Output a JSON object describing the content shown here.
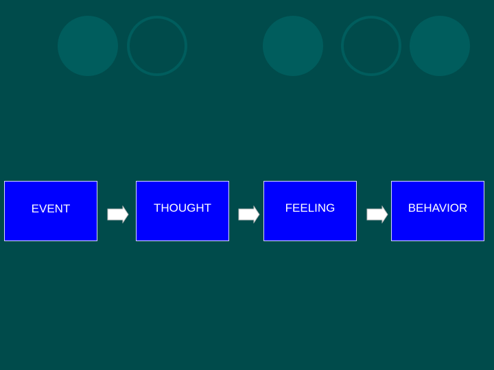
{
  "diagram": {
    "steps": [
      {
        "label": "EVENT"
      },
      {
        "label": "THOUGHT"
      },
      {
        "label": "FEELING"
      },
      {
        "label": "BEHAVIOR"
      }
    ],
    "connectors": [
      "right-arrow-icon",
      "right-arrow-icon",
      "right-arrow-icon"
    ]
  },
  "colors": {
    "background": "#004b4b",
    "decor_circle": "#005d5d",
    "box_fill": "#0000ff",
    "box_text": "#ffffff",
    "arrow_fill": "#ffffff"
  }
}
